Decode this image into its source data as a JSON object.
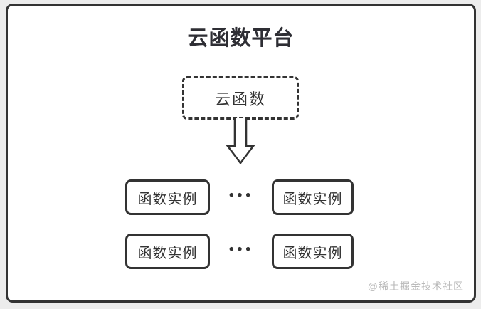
{
  "diagram": {
    "title": "云函数平台",
    "cloud_function": {
      "label": "云函数"
    },
    "instances": [
      {
        "label": "函数实例"
      },
      {
        "label": "函数实例"
      },
      {
        "label": "函数实例"
      },
      {
        "label": "函数实例"
      }
    ],
    "ellipsis": "•••",
    "watermark": "@稀土掘金技术社区",
    "colors": {
      "border": "#333333",
      "text": "#333333",
      "title": "#2e2e34",
      "watermark": "#b9b9b9",
      "panel_background": "#ffffff",
      "page_background": "#ececec"
    }
  }
}
